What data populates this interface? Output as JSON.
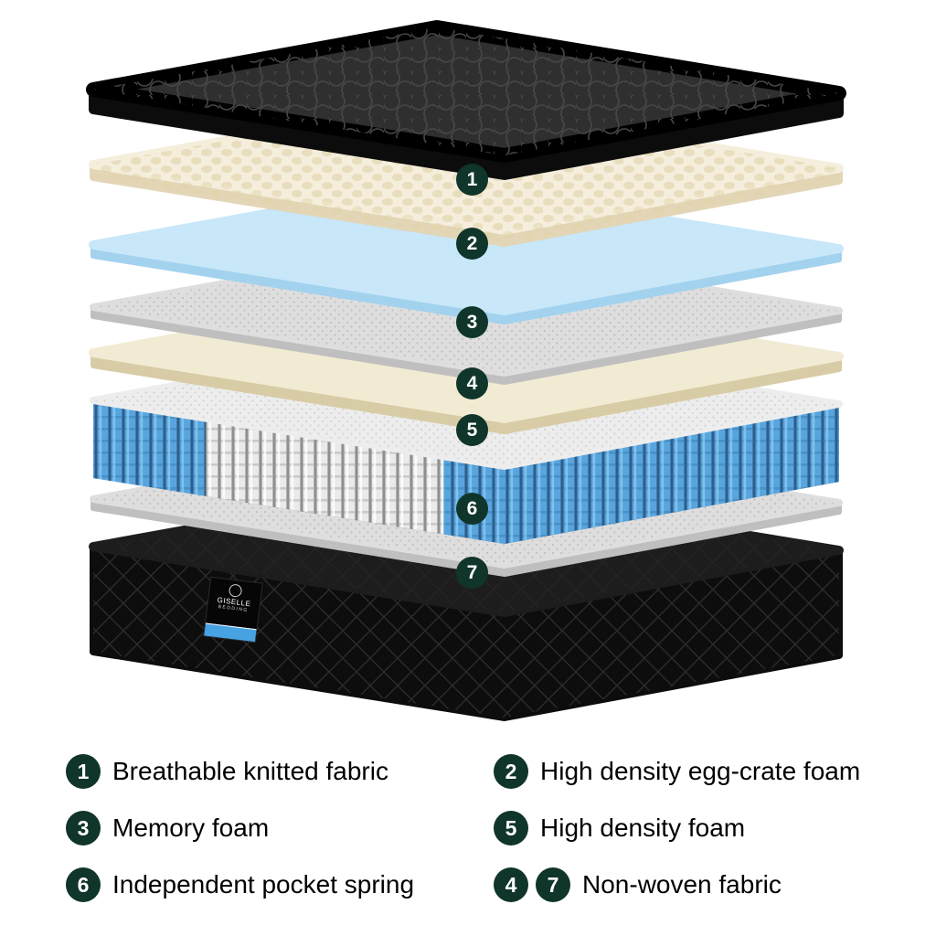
{
  "diagram": {
    "callouts": [
      "1",
      "2",
      "3",
      "4",
      "5",
      "6",
      "7"
    ],
    "layers": [
      {
        "num": "1",
        "name": "breathable-knitted-fabric",
        "color": "#2f2f2f"
      },
      {
        "num": "2",
        "name": "high-density-egg-crate-foam",
        "color": "#f5eedc"
      },
      {
        "num": "3",
        "name": "memory-foam",
        "color": "#c8e7f8"
      },
      {
        "num": "4",
        "name": "non-woven-fabric",
        "color": "#dedede"
      },
      {
        "num": "5",
        "name": "high-density-foam",
        "color": "#f2ebd3"
      },
      {
        "num": "6",
        "name": "independent-pocket-spring",
        "color": "#ededed",
        "spring_color": "#58a5de"
      },
      {
        "num": "7",
        "name": "non-woven-fabric",
        "color": "#dedede"
      },
      {
        "num": "base",
        "name": "quilted-base",
        "color": "#1d1d1d"
      }
    ],
    "brand": {
      "line1": "GISELLE",
      "line2": "BEDDING"
    }
  },
  "legend": {
    "badge_color": "#10352a",
    "items": [
      {
        "badges": [
          "1"
        ],
        "label": "Breathable knitted fabric"
      },
      {
        "badges": [
          "2"
        ],
        "label": "High density egg-crate foam"
      },
      {
        "badges": [
          "3"
        ],
        "label": "Memory foam"
      },
      {
        "badges": [
          "5"
        ],
        "label": "High density foam"
      },
      {
        "badges": [
          "6"
        ],
        "label": "Independent pocket spring"
      },
      {
        "badges": [
          "4",
          "7"
        ],
        "label": "Non-woven fabric"
      }
    ]
  }
}
